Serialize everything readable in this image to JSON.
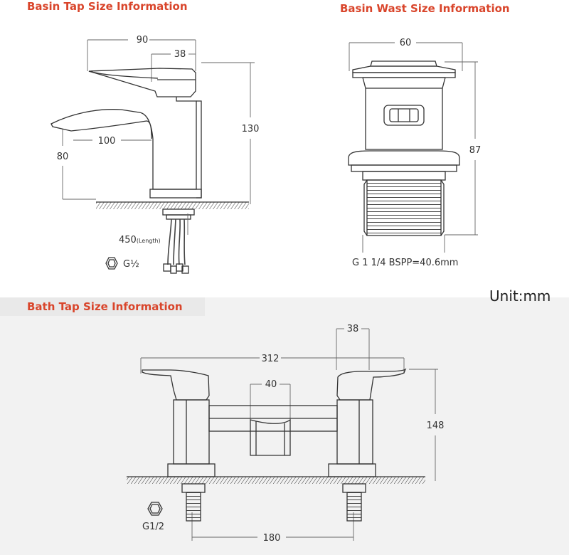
{
  "titles": {
    "basin_tap": "Basin Tap Size Information",
    "basin_waste": "Basin Wast Size Information",
    "bath_tap": "Bath Tap Size Information"
  },
  "unit": "Unit:mm",
  "basin_tap": {
    "width": "90",
    "lever_depth": "38",
    "height": "130",
    "spout_reach": "100",
    "spout_height": "80",
    "hose_length": "450",
    "hose_length_note": "(Length)",
    "thread": "G½"
  },
  "basin_waste": {
    "width": "60",
    "height": "87",
    "thread": "G 1 1/4 BSPP=40.6mm"
  },
  "bath_tap": {
    "lever_depth": "38",
    "total_width": "312",
    "spout_width": "40",
    "height": "148",
    "centres": "180",
    "thread": "G1/2"
  },
  "colors": {
    "title": "#d9452b",
    "line": "#333333",
    "band": "#f2f2f2"
  }
}
